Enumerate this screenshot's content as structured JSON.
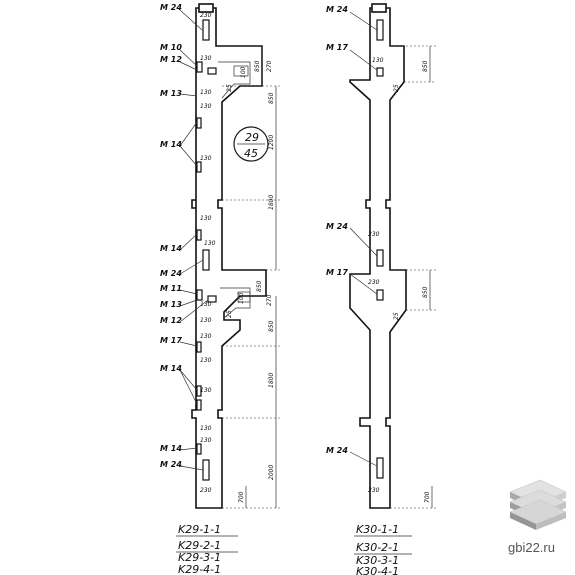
{
  "drawing": {
    "left_callouts": [
      {
        "text": "M 24"
      },
      {
        "text": "M 10"
      },
      {
        "text": "M 12"
      },
      {
        "text": "M 13"
      },
      {
        "text": "M 14"
      },
      {
        "text": "M 14"
      },
      {
        "text": "M 24"
      },
      {
        "text": "M 11"
      },
      {
        "text": "M 13"
      },
      {
        "text": "M 12"
      },
      {
        "text": "M 17"
      },
      {
        "text": "M 14"
      },
      {
        "text": "M 14"
      },
      {
        "text": "M 24"
      }
    ],
    "right_callouts": [
      {
        "text": "M 24"
      },
      {
        "text": "M 17"
      },
      {
        "text": "M 24"
      },
      {
        "text": "M 17"
      },
      {
        "text": "M 24"
      }
    ],
    "left_small_labels": [
      "230",
      "130",
      "130",
      "130",
      "130",
      "130",
      "130",
      "130",
      "130",
      "130",
      "130",
      "130",
      "130",
      "130",
      "230"
    ],
    "right_small_labels": [
      "130",
      "230",
      "230",
      "230"
    ],
    "left_dims": [
      "850",
      "270",
      "850",
      "1200",
      "1800",
      "850",
      "270",
      "850",
      "1800",
      "2000",
      "700",
      "25",
      "25",
      "100",
      "100"
    ],
    "right_dims": [
      "850",
      "25",
      "850",
      "25",
      "700"
    ],
    "circle": {
      "top": "29",
      "bottom": "45"
    },
    "left_marks": [
      "K29-1-1",
      "K29-2-1",
      "K29-3-1",
      "K29-4-1"
    ],
    "right_marks": [
      "K30-1-1",
      "K30-2-1",
      "K30-3-1",
      "K30-4-1"
    ]
  },
  "watermark": {
    "text": "gbi22.ru"
  },
  "colors": {
    "line": "#111111",
    "background": "#ffffff",
    "logo_gray": "#b5b5b5"
  }
}
